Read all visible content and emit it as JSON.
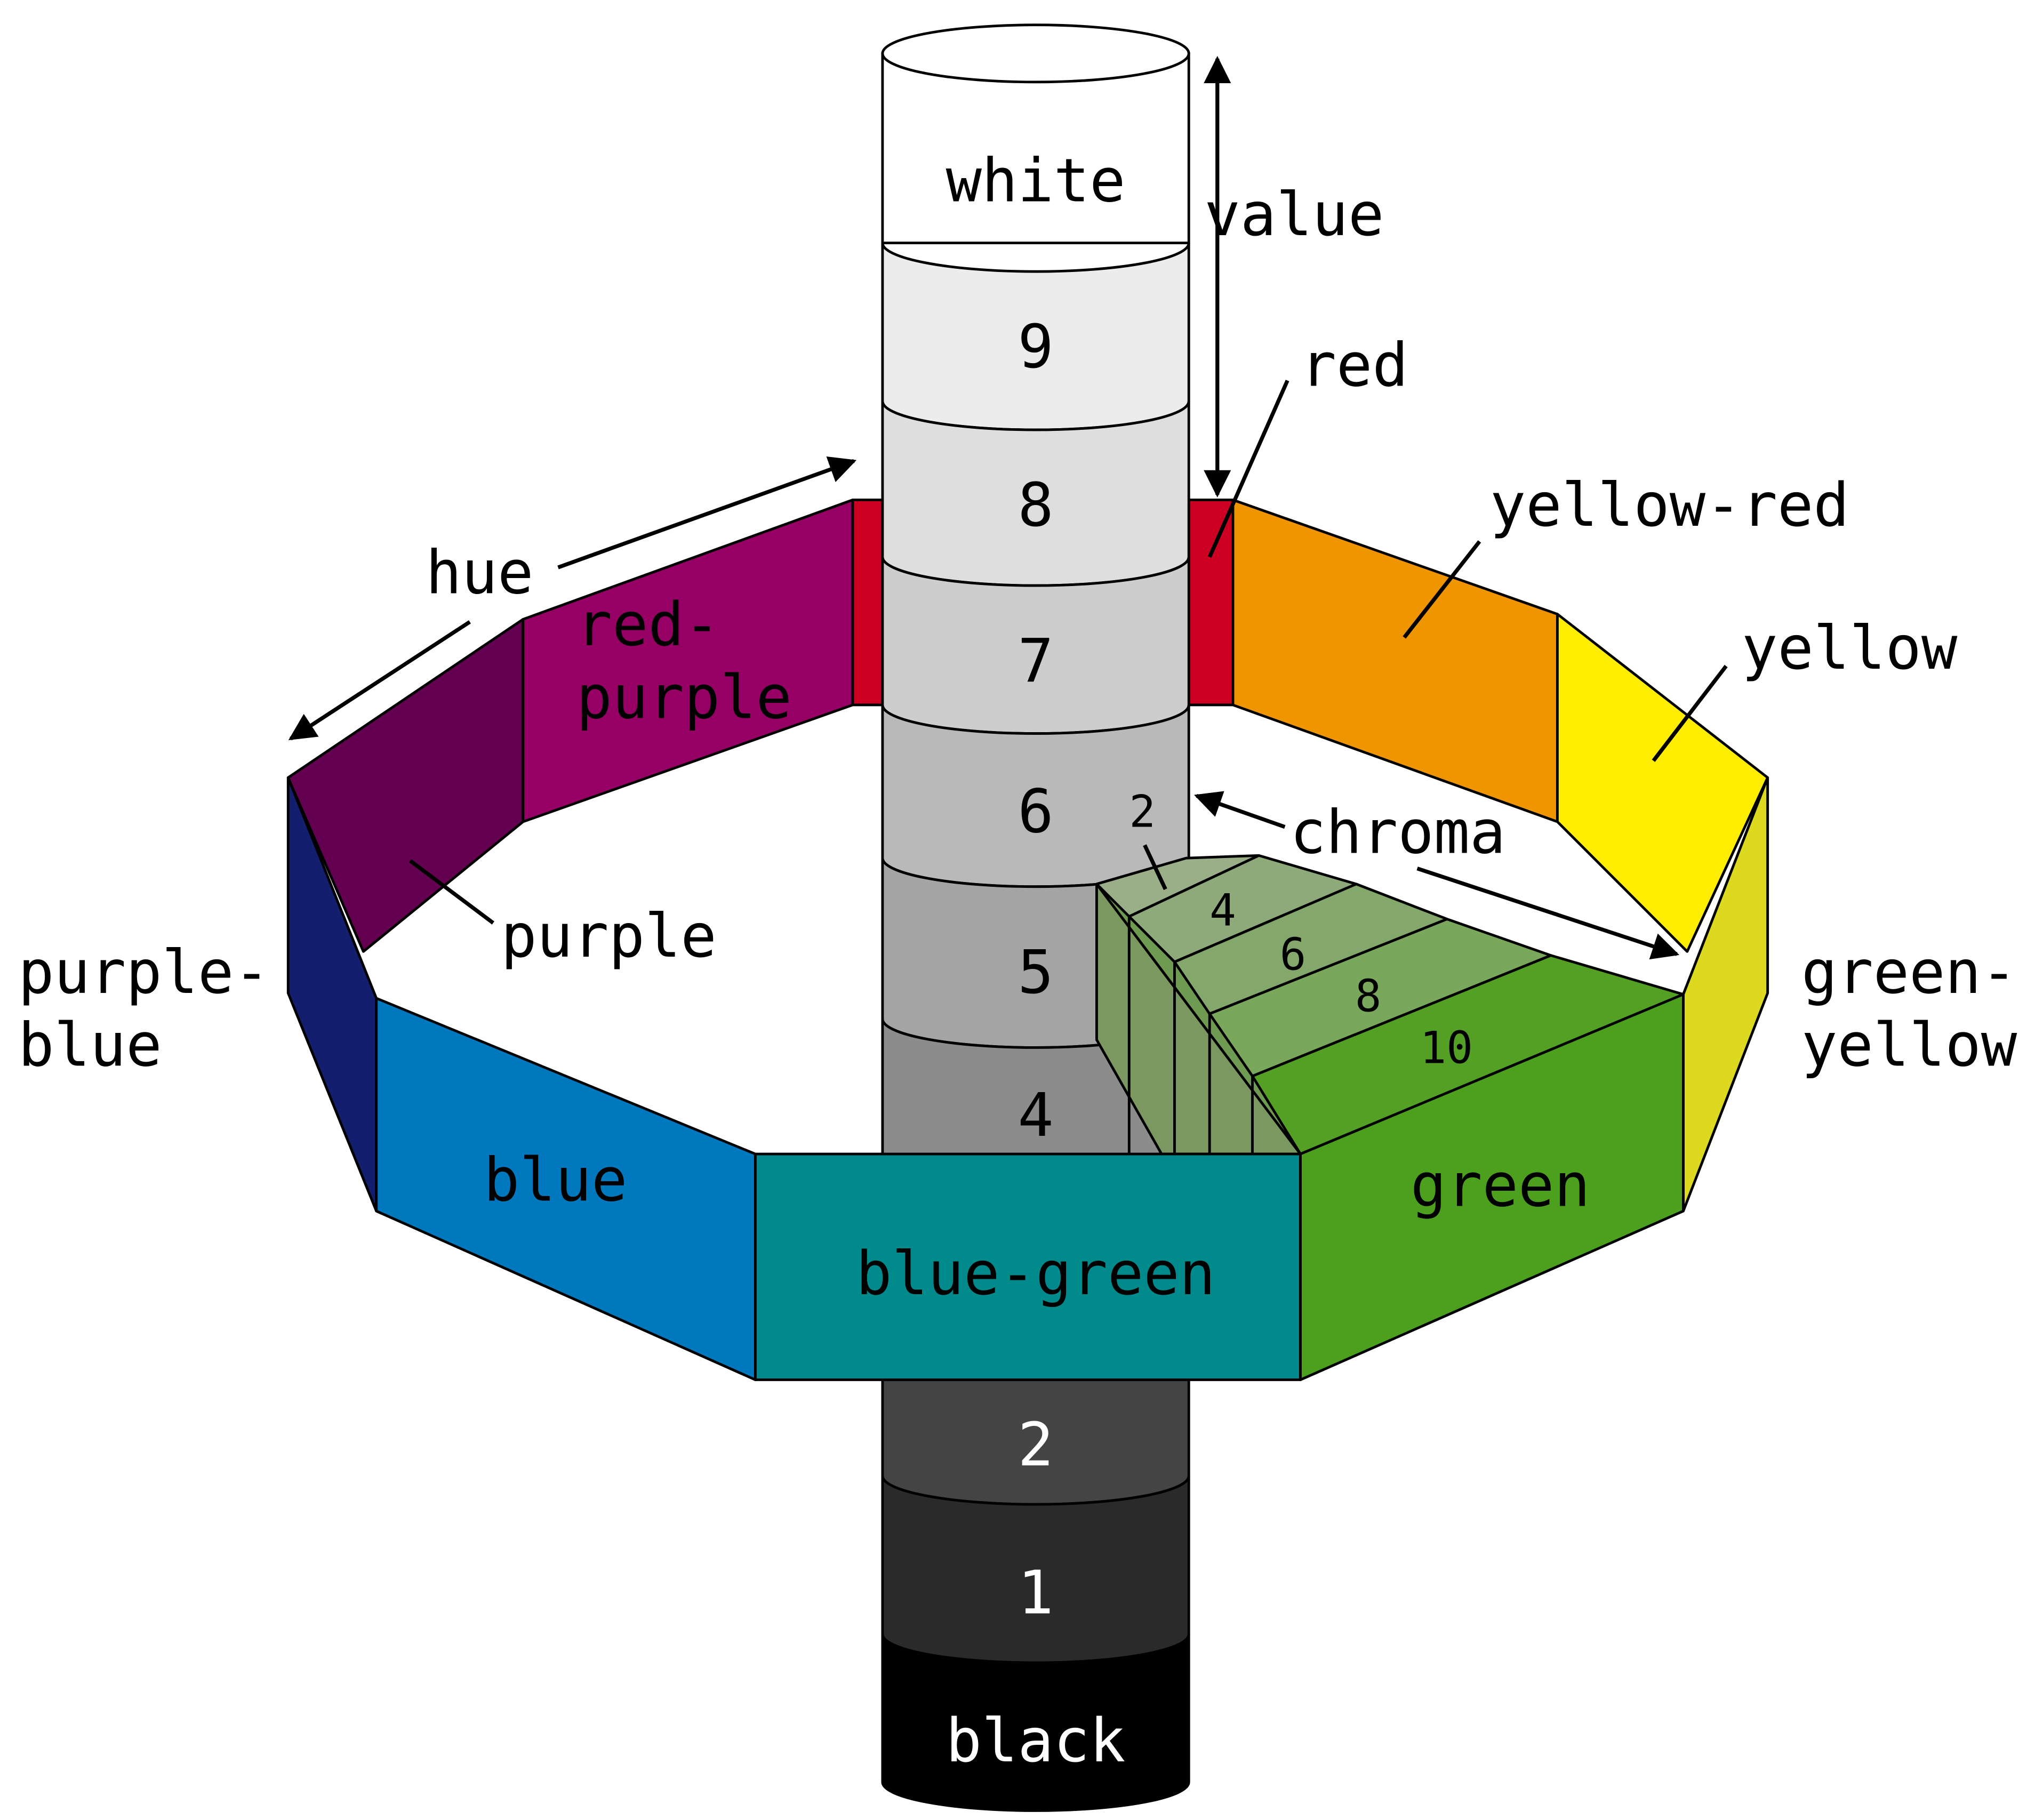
{
  "column": {
    "top_label": "white",
    "steps": [
      "9",
      "8",
      "7",
      "6",
      "5",
      "4",
      "2",
      "1"
    ],
    "bottom_label": "black"
  },
  "axes": {
    "value": "value",
    "hue": "hue",
    "chroma": "chroma"
  },
  "chroma_steps": [
    "2",
    "4",
    "6",
    "8",
    "10"
  ],
  "hues": {
    "red": "red",
    "yellow_red": "yellow-red",
    "yellow": "yellow",
    "green_yellow_1": "green-",
    "green_yellow_2": "yellow",
    "green": "green",
    "blue_green": "blue-green",
    "blue": "blue",
    "purple_blue_1": "purple-",
    "purple_blue_2": "blue",
    "purple": "purple",
    "red_purple_1": "red-",
    "red_purple_2": "purple"
  },
  "colors": {
    "red": "#cc0022",
    "yellow_red": "#ef9500",
    "yellow": "#ffee00",
    "green_yellow": "#ddd820",
    "green": "#4ca01e",
    "blue_green": "#008a8c",
    "blue": "#0078be",
    "purple_blue": "#141e6e",
    "purple": "#640050",
    "red_purple": "#960064"
  }
}
